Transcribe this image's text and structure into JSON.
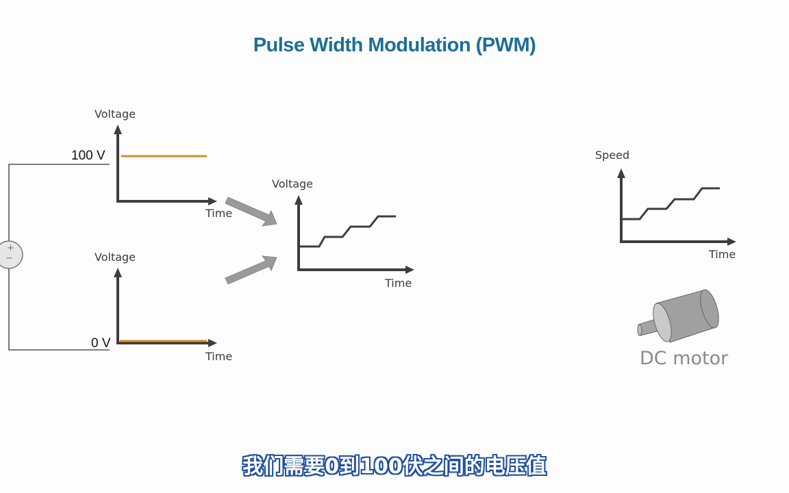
{
  "title": "Pulse Width Modulation (PWM)",
  "source": {
    "plus": "+",
    "minus": "−"
  },
  "top_graph": {
    "ylabel": "Voltage",
    "xlabel": "Time",
    "level_label": "100 V"
  },
  "bottom_graph": {
    "ylabel": "Voltage",
    "xlabel": "Time",
    "level_label": "0 V"
  },
  "output_graph": {
    "ylabel": "Voltage",
    "xlabel": "Time"
  },
  "speed_graph": {
    "ylabel": "Speed",
    "xlabel": "Time"
  },
  "motor": {
    "label": "DC motor"
  },
  "subtitle": "我们需要0到100伏之间的电压值",
  "colors": {
    "title": "#1b6f97",
    "signal": "#d98a2b",
    "axis": "#3d3d3d",
    "arrow": "#9a9a9a"
  }
}
